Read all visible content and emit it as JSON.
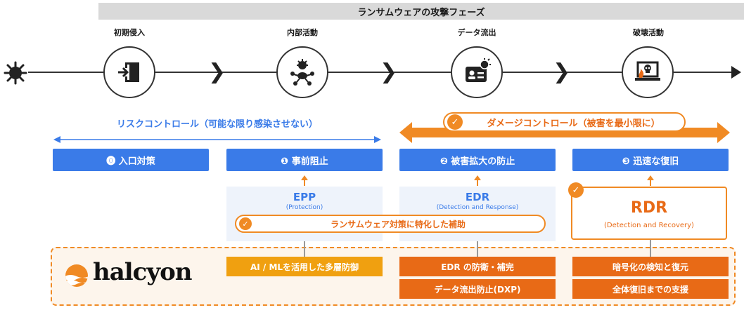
{
  "header": {
    "title": "ランサムウェアの攻撃フェーズ"
  },
  "stages": [
    {
      "label": "初期侵入",
      "icon": "door-enter-icon"
    },
    {
      "label": "内部活動",
      "icon": "virus-network-icon"
    },
    {
      "label": "データ流出",
      "icon": "id-card-virus-icon"
    },
    {
      "label": "破壊活動",
      "icon": "laptop-skull-icon"
    }
  ],
  "risk_control": "リスクコントロール（可能な限り感染させない）",
  "damage_control": "ダメージコントロール（被害を最小限に）",
  "steps": [
    {
      "label": "⓿ 入口対策"
    },
    {
      "label": "❶ 事前阻止"
    },
    {
      "label": "❷ 被害拡大の防止"
    },
    {
      "label": "❸ 迅速な復旧"
    }
  ],
  "panels": {
    "epp": {
      "title": "EPP",
      "sub": "(Protection)"
    },
    "edr": {
      "title": "EDR",
      "sub": "(Detection and Response)"
    },
    "rdr": {
      "title": "RDR",
      "sub": "(Detection and Recovery)"
    }
  },
  "specialized_banner": "ランサムウェア対策に特化した補助",
  "brand": {
    "name": "halcyon"
  },
  "features": {
    "col1": [
      "AI / MLを活用した多層防御"
    ],
    "col2": [
      "EDR の防衛・補完",
      "データ流出防止(DXP)"
    ],
    "col3": [
      "暗号化の検知と復元",
      "全体復旧までの支援"
    ]
  },
  "colors": {
    "blue": "#3a7be8",
    "orange": "#e86a16",
    "light_orange": "#f08a24",
    "panel_bg": "#eef3fb"
  }
}
